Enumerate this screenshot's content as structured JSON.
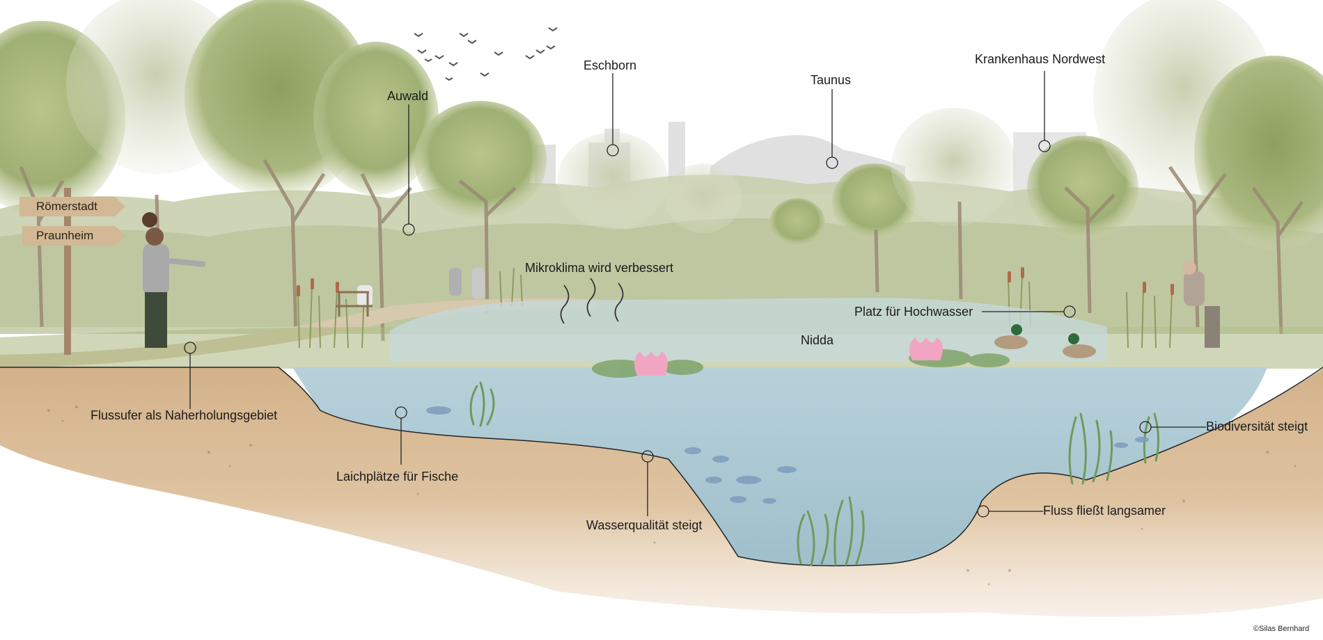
{
  "signpost": {
    "upper": "Römerstadt",
    "lower": "Praunheim"
  },
  "labels": {
    "auwald": "Auwald",
    "eschborn": "Eschborn",
    "taunus": "Taunus",
    "krankenhaus": "Krankenhaus Nordwest",
    "mikroklima": "Mikroklima wird verbessert",
    "hochwasser": "Platz für Hochwasser",
    "nidda": "Nidda",
    "flussufer": "Flussufer als Naherholungsgebiet",
    "laichplaetze": "Laichplätze für Fische",
    "wasserqualitaet": "Wasserqualität steigt",
    "biodiversitaet": "Biodiversität steigt",
    "fluss_langsamer": "Fluss fließt langsamer"
  },
  "credit": "©Silas Bernhard",
  "colors": {
    "water": "#a9c7d2",
    "soil": "#d8b992",
    "foliage": "#a7b67d",
    "line": "#1a1a1a"
  }
}
